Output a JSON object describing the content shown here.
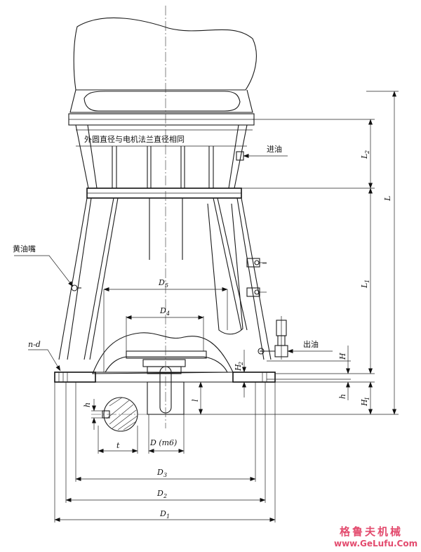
{
  "notes": {
    "flange_note": "外圆直径与电机法兰直径相同",
    "oil_in": "进油",
    "oil_out": "出油",
    "grease_nipple": "黄油嘴",
    "holes": "n-d"
  },
  "dims": {
    "L": "L",
    "L1_main": "L",
    "L1_sub": "1",
    "L2_main": "L",
    "L2_sub": "2",
    "H": "H",
    "H1_main": "H",
    "H1_sub": "1",
    "H2_main": "H",
    "H2_sub": "2",
    "h_right": "h",
    "h_left": "h",
    "l": "l",
    "t": "t",
    "D_m6": "D (m6)",
    "D1_main": "D",
    "D1_sub": "1",
    "D2_main": "D",
    "D2_sub": "2",
    "D3_main": "D",
    "D3_sub": "3",
    "D4_main": "D",
    "D4_sub": "4",
    "D5_main": "D",
    "D5_sub": "5"
  },
  "watermark": {
    "brand": "格鲁夫机械",
    "url": "www.GeLufu.Com"
  }
}
